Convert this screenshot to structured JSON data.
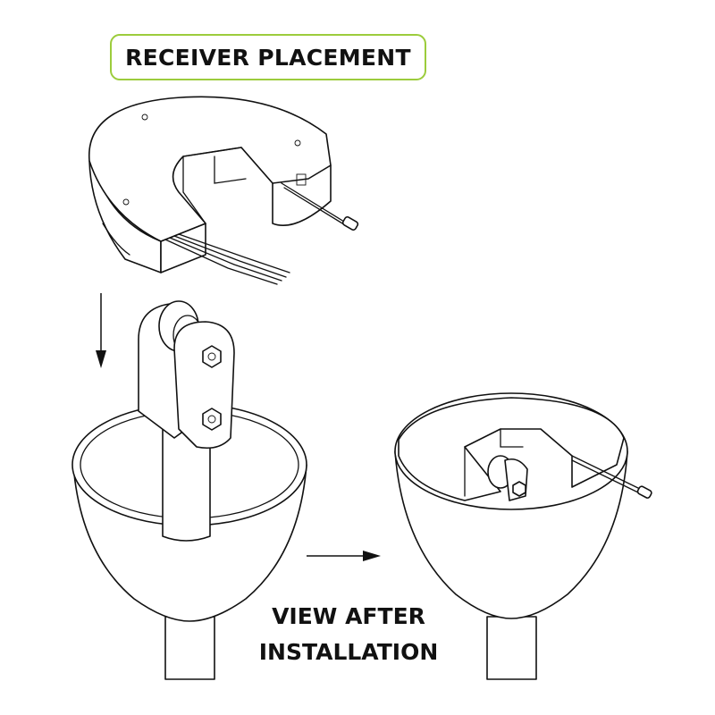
{
  "title": "RECEIVER PLACEMENT",
  "caption": {
    "line1": "VIEW AFTER",
    "line2": "INSTALLATION"
  },
  "colors": {
    "title_border": "#9ccc3c",
    "line": "#111111"
  }
}
